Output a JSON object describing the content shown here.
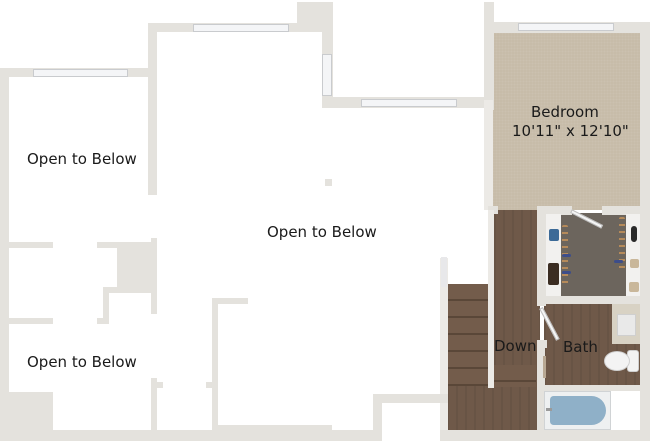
{
  "floorplan": {
    "rooms": [
      {
        "id": "open-left-top",
        "label": "Open to Below"
      },
      {
        "id": "open-center",
        "label": "Open to Below"
      },
      {
        "id": "open-left-bottom",
        "label": "Open to Below"
      },
      {
        "id": "bedroom",
        "label": "Bedroom",
        "dimensions": "10'11\" x 12'10\""
      },
      {
        "id": "stairs",
        "label": "Down"
      },
      {
        "id": "bath",
        "label": "Bath"
      }
    ],
    "colors": {
      "wall": "#e4e2dd",
      "carpet": "#c7bca9",
      "wood_floor": "#6f5949",
      "closet_floor": "#6c655d",
      "tub_water": "#8fb0c8",
      "background": "#ffffff"
    }
  }
}
